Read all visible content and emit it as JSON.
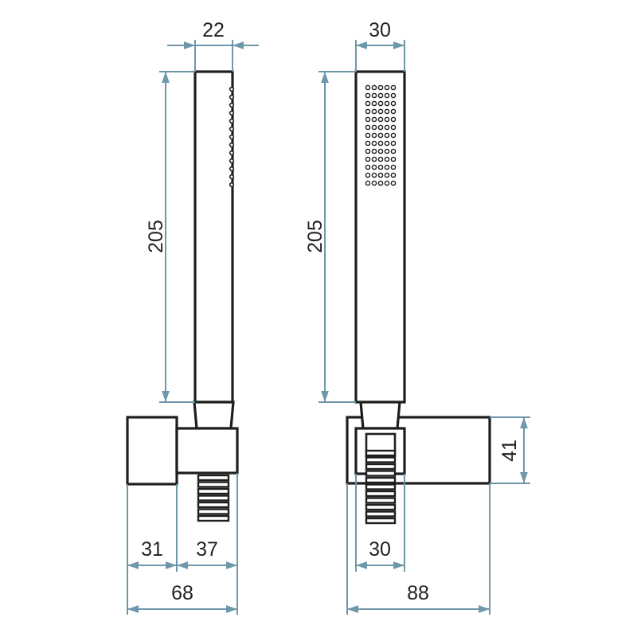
{
  "dimensions": {
    "side_view": {
      "width_top": "22",
      "height": "205",
      "mount_width": "31",
      "outlet_width": "37",
      "total_width": "68"
    },
    "front_view": {
      "width_top": "30",
      "height": "205",
      "mount_height": "41",
      "outlet_width": "30",
      "total_width": "88"
    }
  },
  "colors": {
    "dimension": "#6e97aa",
    "outline": "#1e1e1e"
  }
}
